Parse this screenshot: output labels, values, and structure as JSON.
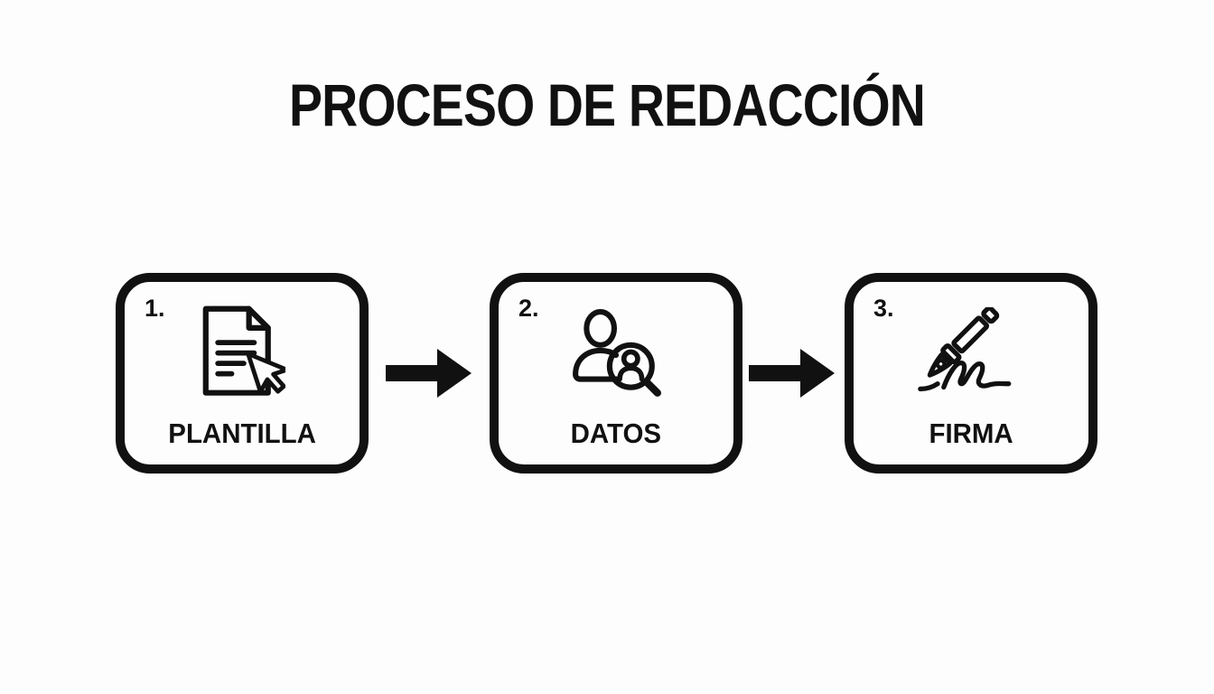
{
  "title": "PROCESO DE REDACCIÓN",
  "colors": {
    "background": "#fdfdfd",
    "ink": "#111111"
  },
  "steps": [
    {
      "number": "1.",
      "label": "PLANTILLA",
      "icon": "document-cursor-icon"
    },
    {
      "number": "2.",
      "label": "DATOS",
      "icon": "person-search-icon"
    },
    {
      "number": "3.",
      "label": "FIRMA",
      "icon": "pen-signature-icon"
    }
  ],
  "connectors": [
    {
      "icon": "arrow-right-icon"
    },
    {
      "icon": "arrow-right-icon"
    }
  ]
}
